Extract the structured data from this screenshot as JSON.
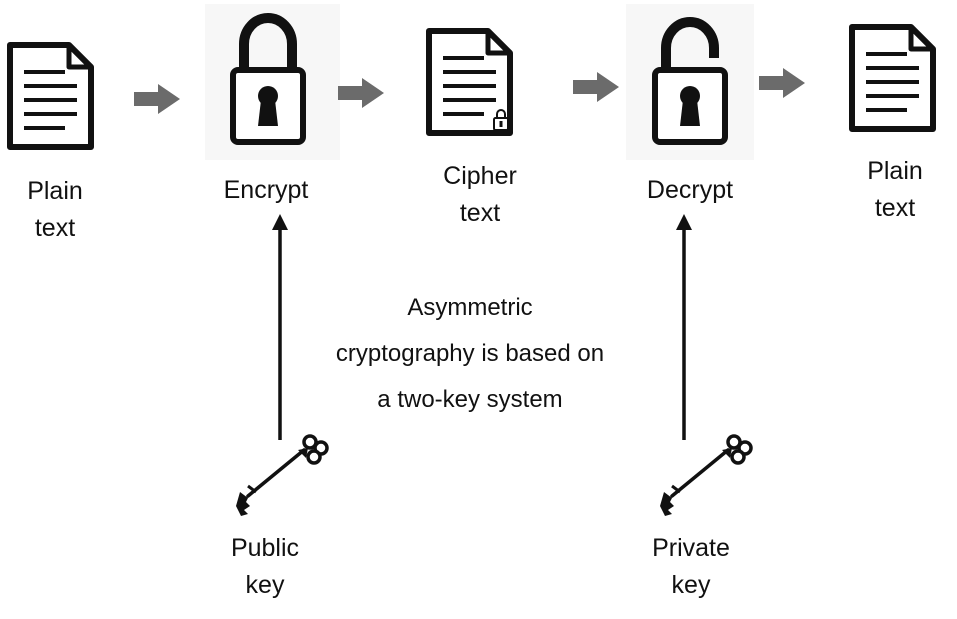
{
  "stages": {
    "plain_in": {
      "line1": "Plain",
      "line2": "text",
      "icon": "document-icon"
    },
    "encrypt": {
      "label": "Encrypt",
      "icon": "closed-padlock-icon"
    },
    "cipher": {
      "line1": "Cipher",
      "line2": "text",
      "icon": "locked-document-icon"
    },
    "decrypt": {
      "label": "Decrypt",
      "icon": "open-padlock-icon"
    },
    "plain_out": {
      "line1": "Plain",
      "line2": "text",
      "icon": "document-icon"
    }
  },
  "keys": {
    "public": {
      "line1": "Public",
      "line2": "key",
      "icon": "key-icon"
    },
    "private": {
      "line1": "Private",
      "line2": "key",
      "icon": "key-icon"
    }
  },
  "caption": {
    "line1": "Asymmetric",
    "line2": "cryptography is based on",
    "line3": "a two-key system"
  },
  "colors": {
    "flow_arrow": "#6b6b6b",
    "outline": "#111111",
    "lock_background": "#f7f7f7"
  }
}
